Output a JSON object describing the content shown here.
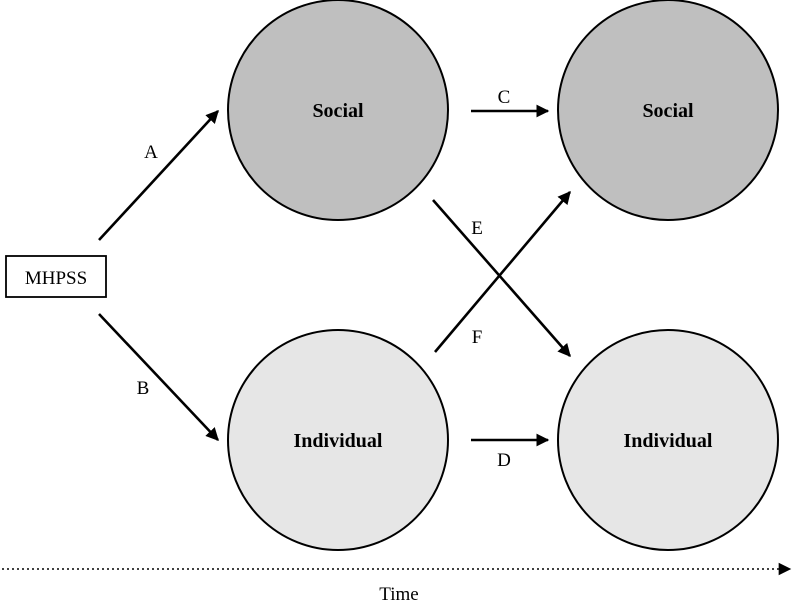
{
  "diagram": {
    "source": {
      "label": "MHPSS"
    },
    "nodes": [
      {
        "id": "social-1",
        "label": "Social",
        "kind": "social"
      },
      {
        "id": "social-2",
        "label": "Social",
        "kind": "social"
      },
      {
        "id": "individual-1",
        "label": "Individual",
        "kind": "individual"
      },
      {
        "id": "individual-2",
        "label": "Individual",
        "kind": "individual"
      }
    ],
    "edges": [
      {
        "label": "A",
        "from": "MHPSS",
        "to": "social-1"
      },
      {
        "label": "B",
        "from": "MHPSS",
        "to": "individual-1"
      },
      {
        "label": "C",
        "from": "social-1",
        "to": "social-2"
      },
      {
        "label": "D",
        "from": "individual-1",
        "to": "individual-2"
      },
      {
        "label": "E",
        "from": "social-1",
        "to": "individual-2"
      },
      {
        "label": "F",
        "from": "individual-1",
        "to": "social-2"
      }
    ],
    "time_label": "Time",
    "colors": {
      "social": "#bfbfbf",
      "individual": "#e6e6e6",
      "stroke": "#000000"
    }
  }
}
